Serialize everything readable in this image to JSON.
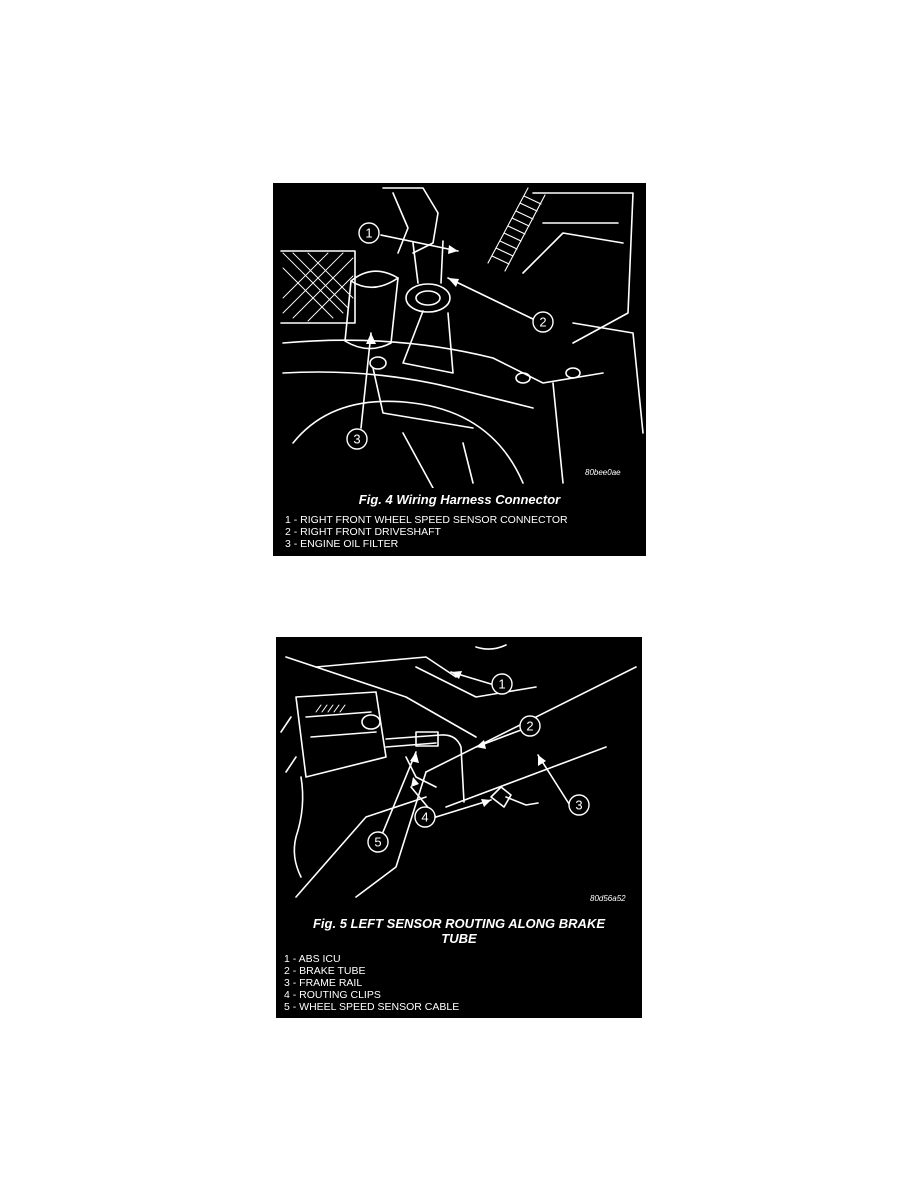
{
  "figure4": {
    "caption": "Fig. 4 Wiring Harness Connector",
    "image_code": "80bee0ae",
    "callouts": [
      "1",
      "2",
      "3"
    ],
    "legend": [
      "1 - RIGHT FRONT WHEEL SPEED SENSOR CONNECTOR",
      "2 - RIGHT FRONT DRIVESHAFT",
      "3 - ENGINE OIL FILTER"
    ]
  },
  "figure5": {
    "caption": "Fig. 5 LEFT SENSOR ROUTING ALONG BRAKE TUBE",
    "image_code": "80d56a52",
    "callouts": [
      "1",
      "2",
      "3",
      "4",
      "5"
    ],
    "legend": [
      "1 - ABS ICU",
      "2 - BRAKE TUBE",
      "3 - FRAME RAIL",
      "4 - ROUTING CLIPS",
      "5 - WHEEL SPEED SENSOR CABLE"
    ]
  }
}
